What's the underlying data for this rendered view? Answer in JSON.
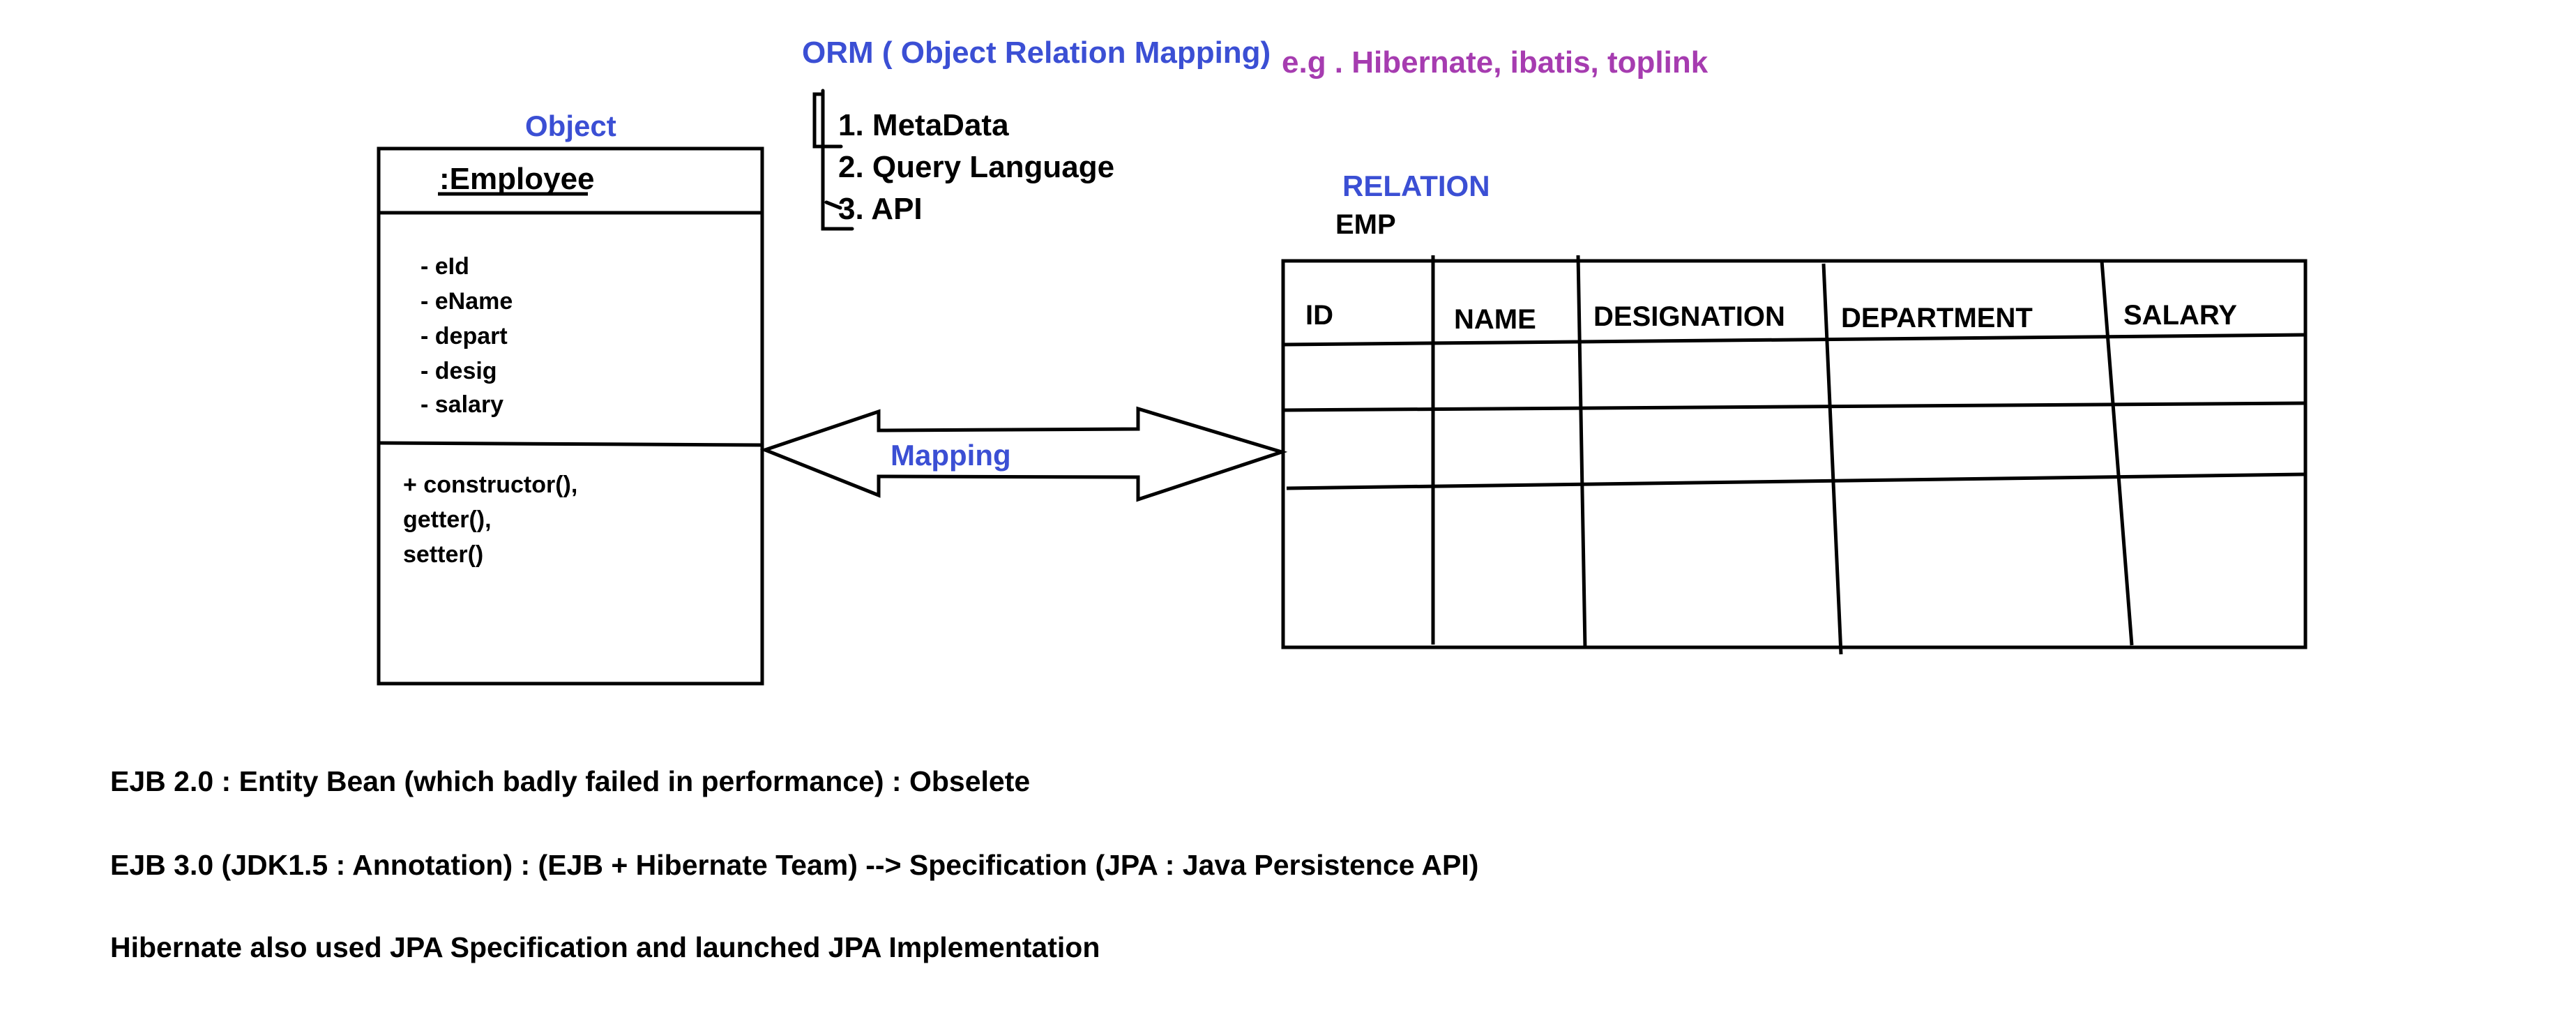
{
  "colors": {
    "heading_blue": "#3b4fd4",
    "example_purple": "#a63cb0",
    "ink": "#000000"
  },
  "orm": {
    "title": "ORM ( Object Relation Mapping)",
    "examples": "e.g . Hibernate, ibatis, toplink",
    "items": [
      "1. MetaData",
      "2. Query Language",
      "3. API"
    ]
  },
  "object": {
    "heading": "Object",
    "class_name": ":Employee",
    "attributes": [
      "- eId",
      "- eName",
      "- depart",
      "- desig",
      "- salary"
    ],
    "methods": [
      "+ constructor(),",
      "getter(),",
      "setter()"
    ]
  },
  "mapping": {
    "label": "Mapping"
  },
  "relation": {
    "heading": "RELATION",
    "table_name": "EMP",
    "columns": [
      "ID",
      "NAME",
      "DESIGNATION",
      "DEPARTMENT",
      "SALARY"
    ]
  },
  "notes": [
    "EJB 2.0 : Entity Bean (which badly failed in performance) : Obselete",
    "EJB 3.0 (JDK1.5 : Annotation) : (EJB + Hibernate Team) --> Specification (JPA : Java Persistence API)",
    "Hibernate also used JPA Specification and launched JPA Implementation"
  ]
}
